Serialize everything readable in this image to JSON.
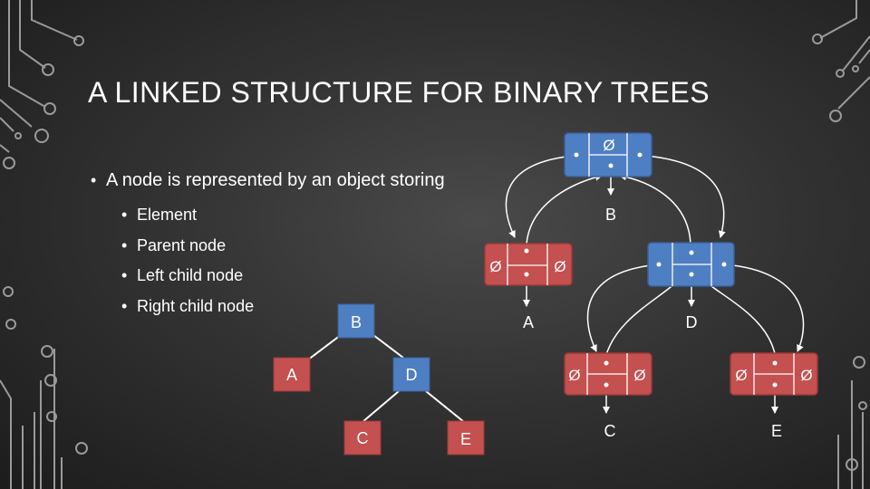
{
  "title": "A LINKED STRUCTURE FOR BINARY TREES",
  "bullet": "A node is represented by an object storing",
  "sub_bullets": [
    "Element",
    "Parent node",
    "Left child node",
    "Right child node"
  ],
  "null_symbol": "Ø",
  "colors": {
    "blue": "#4f7fc3",
    "red": "#c4504f",
    "background": "#333333",
    "line": "#ffffff"
  },
  "logical_tree": {
    "nodes": [
      {
        "id": "B",
        "label": "B",
        "color": "blue"
      },
      {
        "id": "A",
        "label": "A",
        "color": "red"
      },
      {
        "id": "D",
        "label": "D",
        "color": "blue"
      },
      {
        "id": "C",
        "label": "C",
        "color": "red"
      },
      {
        "id": "E",
        "label": "E",
        "color": "red"
      }
    ],
    "edges": [
      [
        "B",
        "A"
      ],
      [
        "B",
        "D"
      ],
      [
        "D",
        "C"
      ],
      [
        "D",
        "E"
      ]
    ]
  },
  "linked_nodes": [
    {
      "id": "root",
      "element": "B",
      "color": "blue",
      "parent_null": true,
      "left_null": false,
      "right_null": false
    },
    {
      "id": "nodeA",
      "element": "A",
      "color": "red",
      "parent_null": false,
      "left_null": true,
      "right_null": true
    },
    {
      "id": "nodeD",
      "element": "D",
      "color": "blue",
      "parent_null": false,
      "left_null": false,
      "right_null": false
    },
    {
      "id": "nodeC",
      "element": "C",
      "color": "red",
      "parent_null": false,
      "left_null": true,
      "right_null": true
    },
    {
      "id": "nodeE",
      "element": "E",
      "color": "red",
      "parent_null": false,
      "left_null": true,
      "right_null": true
    }
  ]
}
